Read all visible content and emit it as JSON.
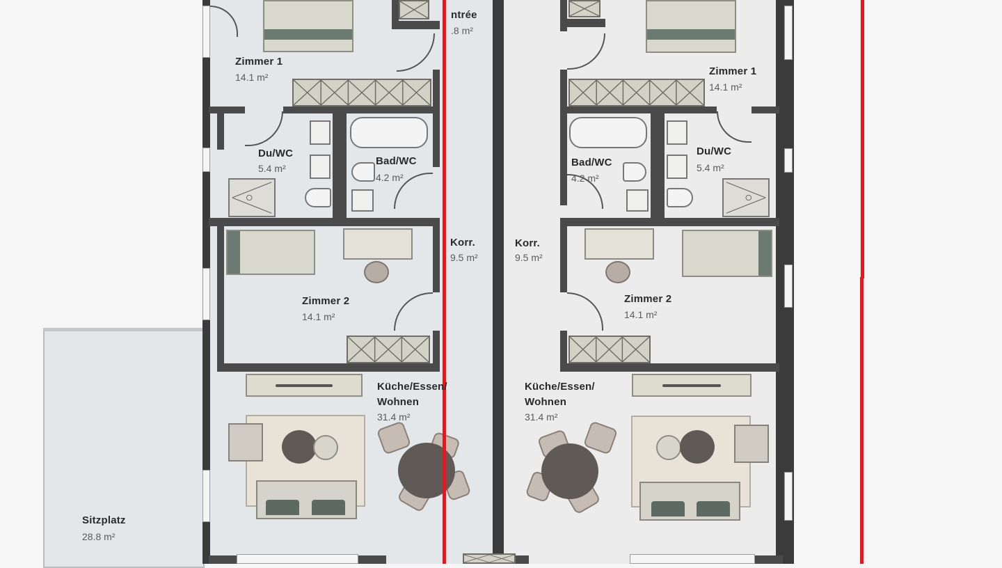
{
  "plan": {
    "type": "floor-plan",
    "units": "m²",
    "apartment_left": {
      "rooms": [
        {
          "id": "zimmer1",
          "name": "Zimmer 1",
          "area": "14.1 m²"
        },
        {
          "id": "entree",
          "name": "ntrée",
          "area": ".8 m²"
        },
        {
          "id": "duwc",
          "name": "Du/WC",
          "area": "5.4 m²"
        },
        {
          "id": "badwc",
          "name": "Bad/WC",
          "area": "4.2 m²"
        },
        {
          "id": "korr",
          "name": "Korr.",
          "area": "9.5 m²"
        },
        {
          "id": "zimmer2",
          "name": "Zimmer 2",
          "area": "14.1 m²"
        },
        {
          "id": "kew_line1",
          "name": "Küche/Essen/",
          "area": ""
        },
        {
          "id": "kew_line2",
          "name": "Wohnen",
          "area": "31.4 m²"
        }
      ],
      "terrace": {
        "name": "Sitzplatz",
        "area": "28.8 m²"
      }
    },
    "apartment_right": {
      "rooms": [
        {
          "id": "zimmer1",
          "name": "Zimmer 1",
          "area": "14.1 m²"
        },
        {
          "id": "badwc",
          "name": "Bad/WC",
          "area": "4.2 m²"
        },
        {
          "id": "duwc",
          "name": "Du/WC",
          "area": "5.4 m²"
        },
        {
          "id": "korr",
          "name": "Korr.",
          "area": "9.5 m²"
        },
        {
          "id": "zimmer2",
          "name": "Zimmer 2",
          "area": "14.1 m²"
        },
        {
          "id": "kew_line1",
          "name": "Küche/Essen/",
          "area": ""
        },
        {
          "id": "kew_line2",
          "name": "Wohnen",
          "area": "31.4 m²"
        }
      ]
    },
    "colors": {
      "highlight_line": "#e8141e",
      "wall": "#3b3b3b",
      "floor_left": "#e3e7ea",
      "floor_right": "#ececec",
      "background": "#f6f6f6"
    }
  }
}
